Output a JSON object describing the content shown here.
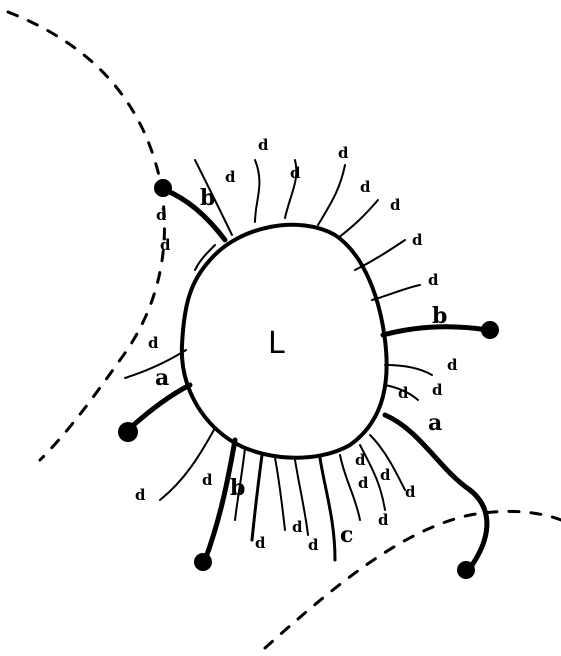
{
  "diagram": {
    "center_label": "L",
    "process_labels": {
      "a": "a",
      "b": "b",
      "c": "c",
      "d": "d"
    }
  }
}
